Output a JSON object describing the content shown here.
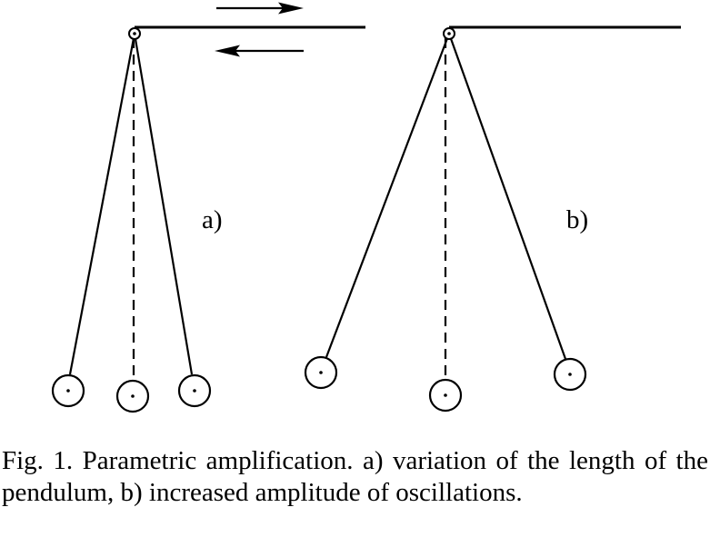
{
  "figure": {
    "panel_a_label": "a)",
    "panel_b_label": "b)",
    "caption": "Fig. 1. Parametric amplification. a) variation of the length of the pendulum, b) increased amplitude of oscillations."
  },
  "colors": {
    "ink": "#000000",
    "background": "#ffffff"
  }
}
